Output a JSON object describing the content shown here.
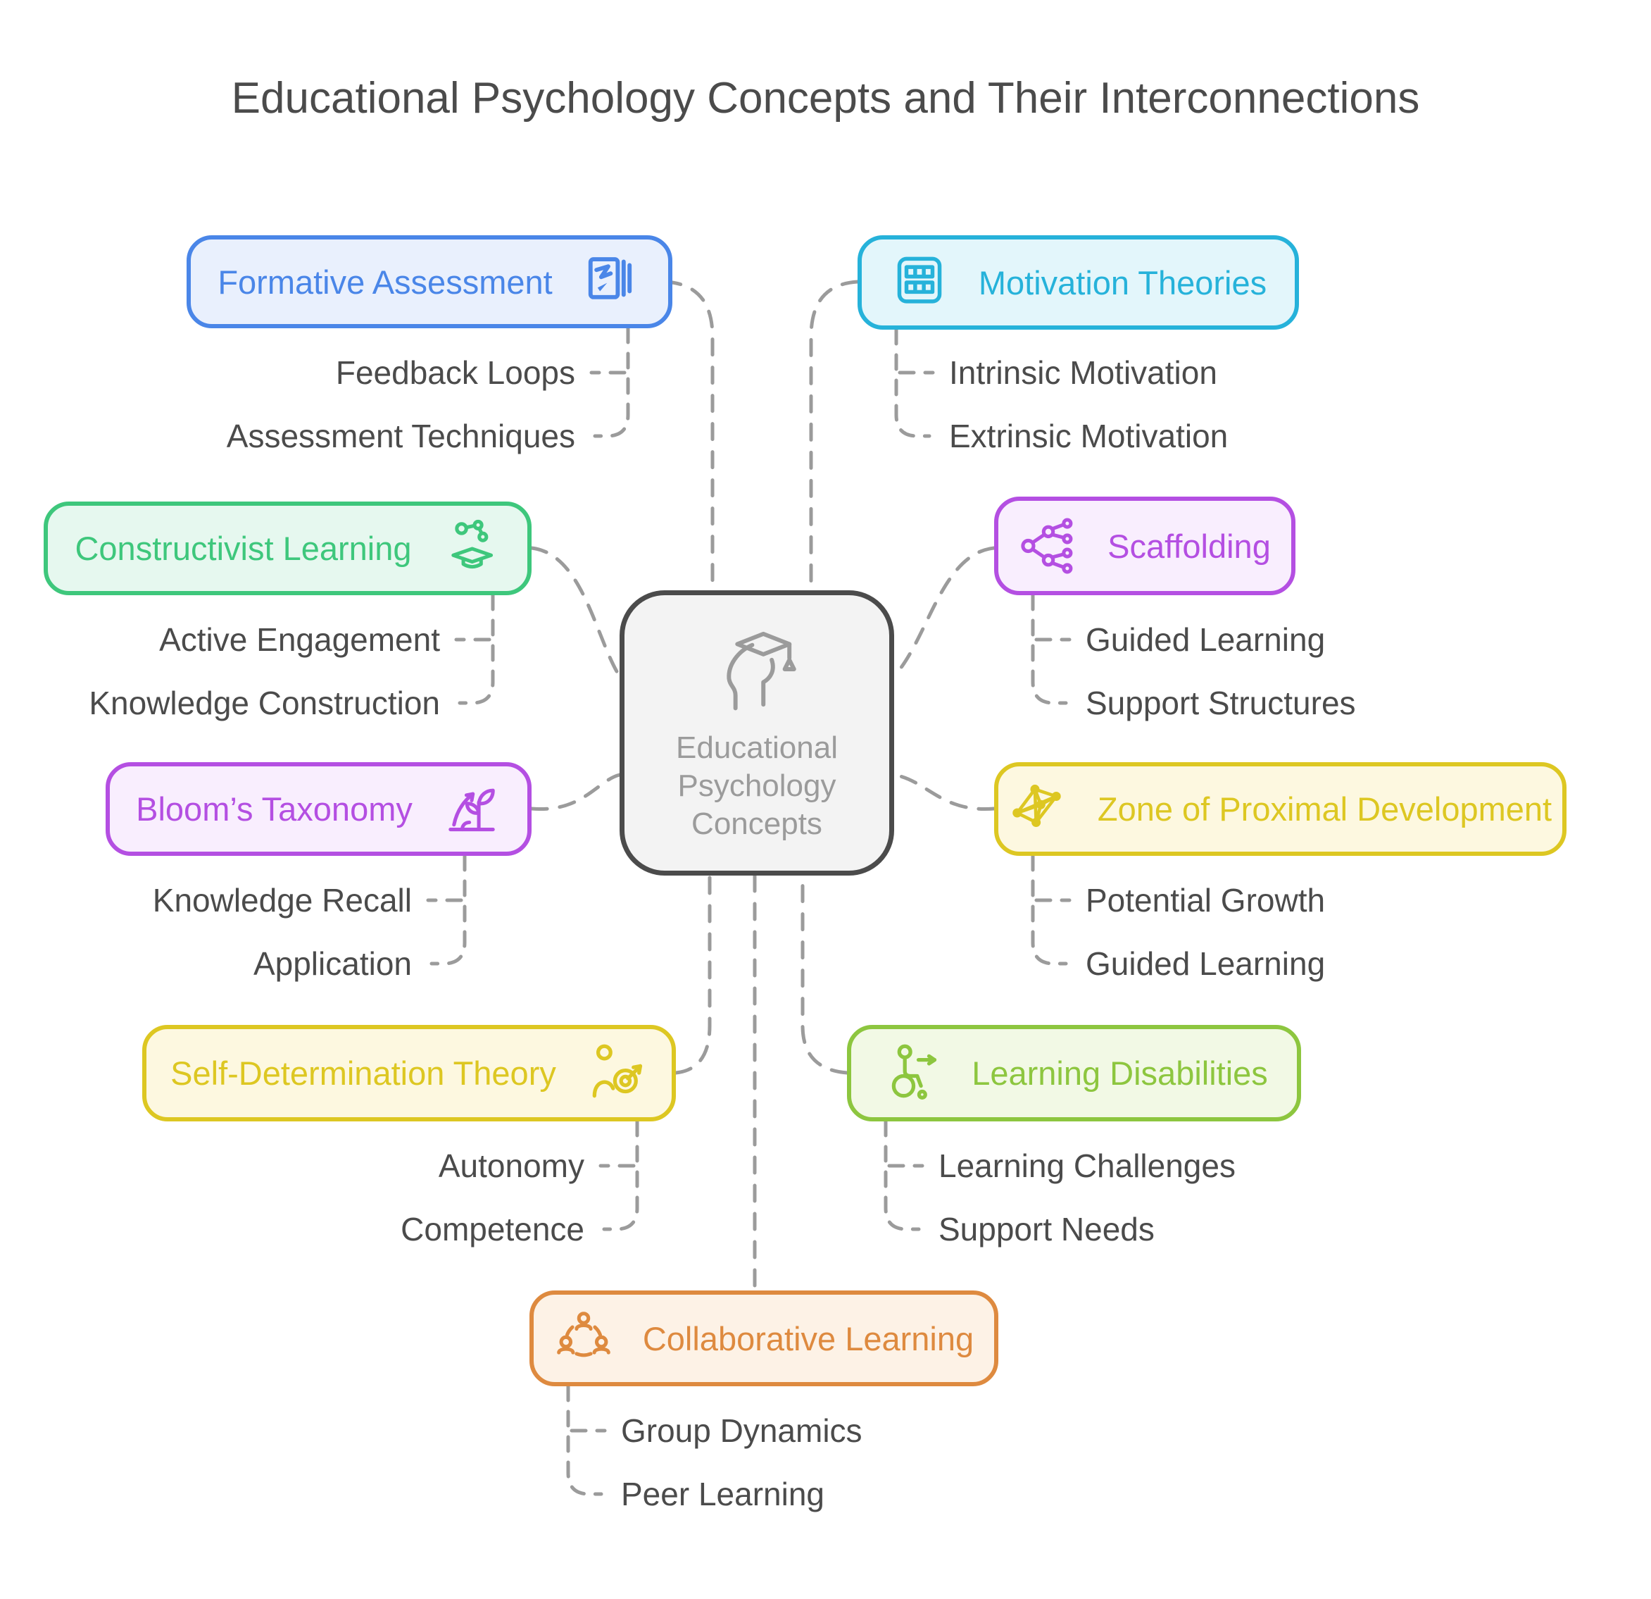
{
  "title": "Educational Psychology Concepts and Their Interconnections",
  "central": {
    "label": "Educational Psychology Concepts",
    "icon": "head-graduation-icon",
    "border_color": "#4b4b4b",
    "fill": "#f3f3f3",
    "text_color": "#9b9b9b"
  },
  "connector_color": "#9b9b9b",
  "subitem_text_color": "#4b4b4b",
  "nodes": [
    {
      "id": "formative-assessment",
      "label": "Formative Assessment",
      "icon": "assessment-card-icon",
      "icon_side": "right",
      "color": "#4a86e8",
      "fill": "#e9f0fd",
      "subitems": [
        "Feedback Loops",
        "Assessment Techniques"
      ]
    },
    {
      "id": "motivation-theories",
      "label": "Motivation Theories",
      "icon": "grid-table-icon",
      "icon_side": "left",
      "color": "#26b2da",
      "fill": "#e3f6fb",
      "subitems": [
        "Intrinsic Motivation",
        "Extrinsic Motivation"
      ]
    },
    {
      "id": "constructivist-learning",
      "label": "Constructivist Learning",
      "icon": "molecule-graduation-icon",
      "icon_side": "right",
      "color": "#3ec77c",
      "fill": "#e6f8ef",
      "subitems": [
        "Active Engagement",
        "Knowledge Construction"
      ]
    },
    {
      "id": "scaffolding",
      "label": "Scaffolding",
      "icon": "branch-network-icon",
      "icon_side": "left",
      "color": "#b44fe2",
      "fill": "#f9eefe",
      "subitems": [
        "Guided Learning",
        "Support Structures"
      ]
    },
    {
      "id": "blooms-taxonomy",
      "label": "Bloom’s Taxonomy",
      "icon": "growth-plant-icon",
      "icon_side": "right",
      "color": "#b44fe2",
      "fill": "#f9eefe",
      "subitems": [
        "Knowledge Recall",
        "Application"
      ]
    },
    {
      "id": "zone-of-proximal-development",
      "label": "Zone of Proximal Development",
      "icon": "polyhedron-network-icon",
      "icon_side": "left",
      "color": "#ddc722",
      "fill": "#fdf8e0",
      "subitems": [
        "Potential Growth",
        "Guided Learning"
      ]
    },
    {
      "id": "self-determination-theory",
      "label": "Self-Determination Theory",
      "icon": "person-target-icon",
      "icon_side": "right",
      "color": "#ddc722",
      "fill": "#fdf8e0",
      "subitems": [
        "Autonomy",
        "Competence"
      ]
    },
    {
      "id": "learning-disabilities",
      "label": "Learning Disabilities",
      "icon": "wheelchair-person-icon",
      "icon_side": "left",
      "color": "#8dc63f",
      "fill": "#f2f9e5",
      "subitems": [
        "Learning Challenges",
        "Support Needs"
      ]
    },
    {
      "id": "collaborative-learning",
      "label": "Collaborative Learning",
      "icon": "people-group-icon",
      "icon_side": "left",
      "color": "#de8a3f",
      "fill": "#fdf2e6",
      "subitems": [
        "Group Dynamics",
        "Peer Learning"
      ]
    }
  ]
}
